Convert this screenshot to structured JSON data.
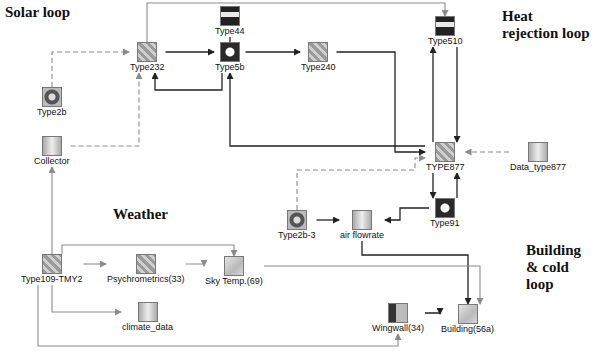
{
  "diagram": {
    "nodes": [
      {
        "text": [
          "Type44"
        ]
      },
      {
        "text": [
          "Type510"
        ]
      },
      {
        "text": [
          "Type232"
        ]
      },
      {
        "text": [
          "Type5b"
        ]
      },
      {
        "text": [
          "Type240"
        ]
      },
      {
        "text": [
          "Type2b"
        ]
      },
      {
        "text": [
          "Collector"
        ]
      },
      {
        "text": [
          "TYPE877"
        ]
      },
      {
        "text": [
          "Data_type877"
        ]
      },
      {
        "text": [
          "Type91"
        ]
      },
      {
        "text": [
          "Type2b-3"
        ]
      },
      {
        "text": [
          "air flowrate"
        ]
      },
      {
        "text": [
          "Type109-TMY2"
        ]
      },
      {
        "text": [
          "Psychrometrics(33)"
        ]
      },
      {
        "text": [
          "Sky Temp.(69)"
        ]
      },
      {
        "text": [
          "climate_data"
        ]
      },
      {
        "text": [
          "Wingwall(34)"
        ]
      },
      {
        "text": [
          "Building(56a)"
        ]
      }
    ],
    "edges": [
      {
        "from": 2,
        "to": 3,
        "arrow": "to"
      },
      {
        "from": 3,
        "to": 4,
        "arrow": "to"
      },
      {
        "from": 4,
        "to": 7,
        "arrow": "to"
      },
      {
        "from": 7,
        "to": 1,
        "arrow": "to"
      },
      {
        "from": 1,
        "to": 7,
        "arrow": "to"
      },
      {
        "from": 7,
        "to": 9,
        "arrow": "to"
      },
      {
        "from": 9,
        "to": 7,
        "arrow": "to"
      },
      {
        "from": 9,
        "to": 11,
        "arrow": "to"
      },
      {
        "from": 11,
        "to": 17,
        "arrow": "to"
      },
      {
        "from": 10,
        "to": 11,
        "arrow": "to"
      },
      {
        "from": 10,
        "to": 7,
        "arrow": "to"
      },
      {
        "from": 8,
        "to": 7,
        "arrow": "to"
      },
      {
        "from": 7,
        "to": 3,
        "arrow": "to"
      },
      {
        "from": 3,
        "to": 2,
        "arrow": "to"
      },
      {
        "from": 2,
        "to": 1,
        "arrow": "to"
      },
      {
        "from": 0,
        "to": 3,
        "arrow": "none"
      },
      {
        "from": 5,
        "to": 2,
        "arrow": "to"
      },
      {
        "from": 6,
        "to": 2,
        "arrow": "to"
      },
      {
        "from": 12,
        "to": 6,
        "arrow": "to"
      },
      {
        "from": 12,
        "to": 13,
        "arrow": "to"
      },
      {
        "from": 12,
        "to": 14,
        "arrow": "to"
      },
      {
        "from": 12,
        "to": 15,
        "arrow": "to"
      },
      {
        "from": 12,
        "to": 16,
        "arrow": "to"
      },
      {
        "from": 16,
        "to": 17,
        "arrow": "to"
      },
      {
        "from": 14,
        "to": 17,
        "arrow": "to"
      },
      {
        "from": 13,
        "to": 14,
        "arrow": "to"
      }
    ],
    "labels": [
      "Solar loop",
      "Heat rejection loop",
      "Weather",
      "Building & cold loop"
    ]
  }
}
